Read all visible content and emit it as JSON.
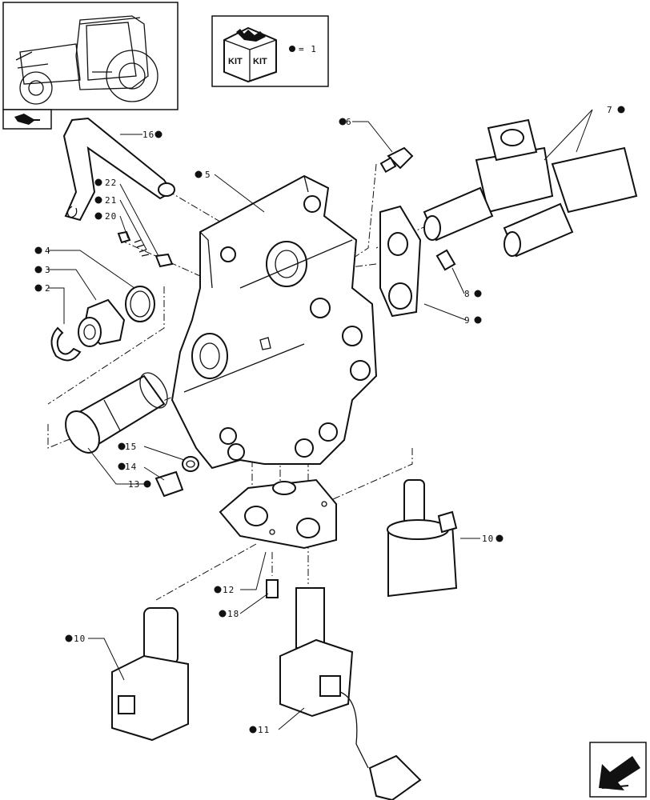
{
  "legend": {
    "kit_label": "KIT",
    "equals_text": "= 1"
  },
  "callouts": {
    "c1": "16",
    "c2": "22",
    "c3": "21",
    "c4": "20",
    "c5": "5",
    "c6": "6",
    "c7": "7",
    "c8": "4",
    "c9": "3",
    "c10": "2",
    "c11": "8",
    "c12": "9",
    "c13": "15",
    "c14": "14",
    "c15": "13",
    "c16": "10",
    "c17": "12",
    "c18": "18",
    "c19": "10",
    "c20": "11"
  },
  "icons": [
    "tractor-thumbnail-icon",
    "kit-box-icon",
    "book-arrow-icon",
    "next-page-arrow-icon"
  ],
  "colors": {
    "ink": "#111111",
    "paper": "#ffffff"
  }
}
